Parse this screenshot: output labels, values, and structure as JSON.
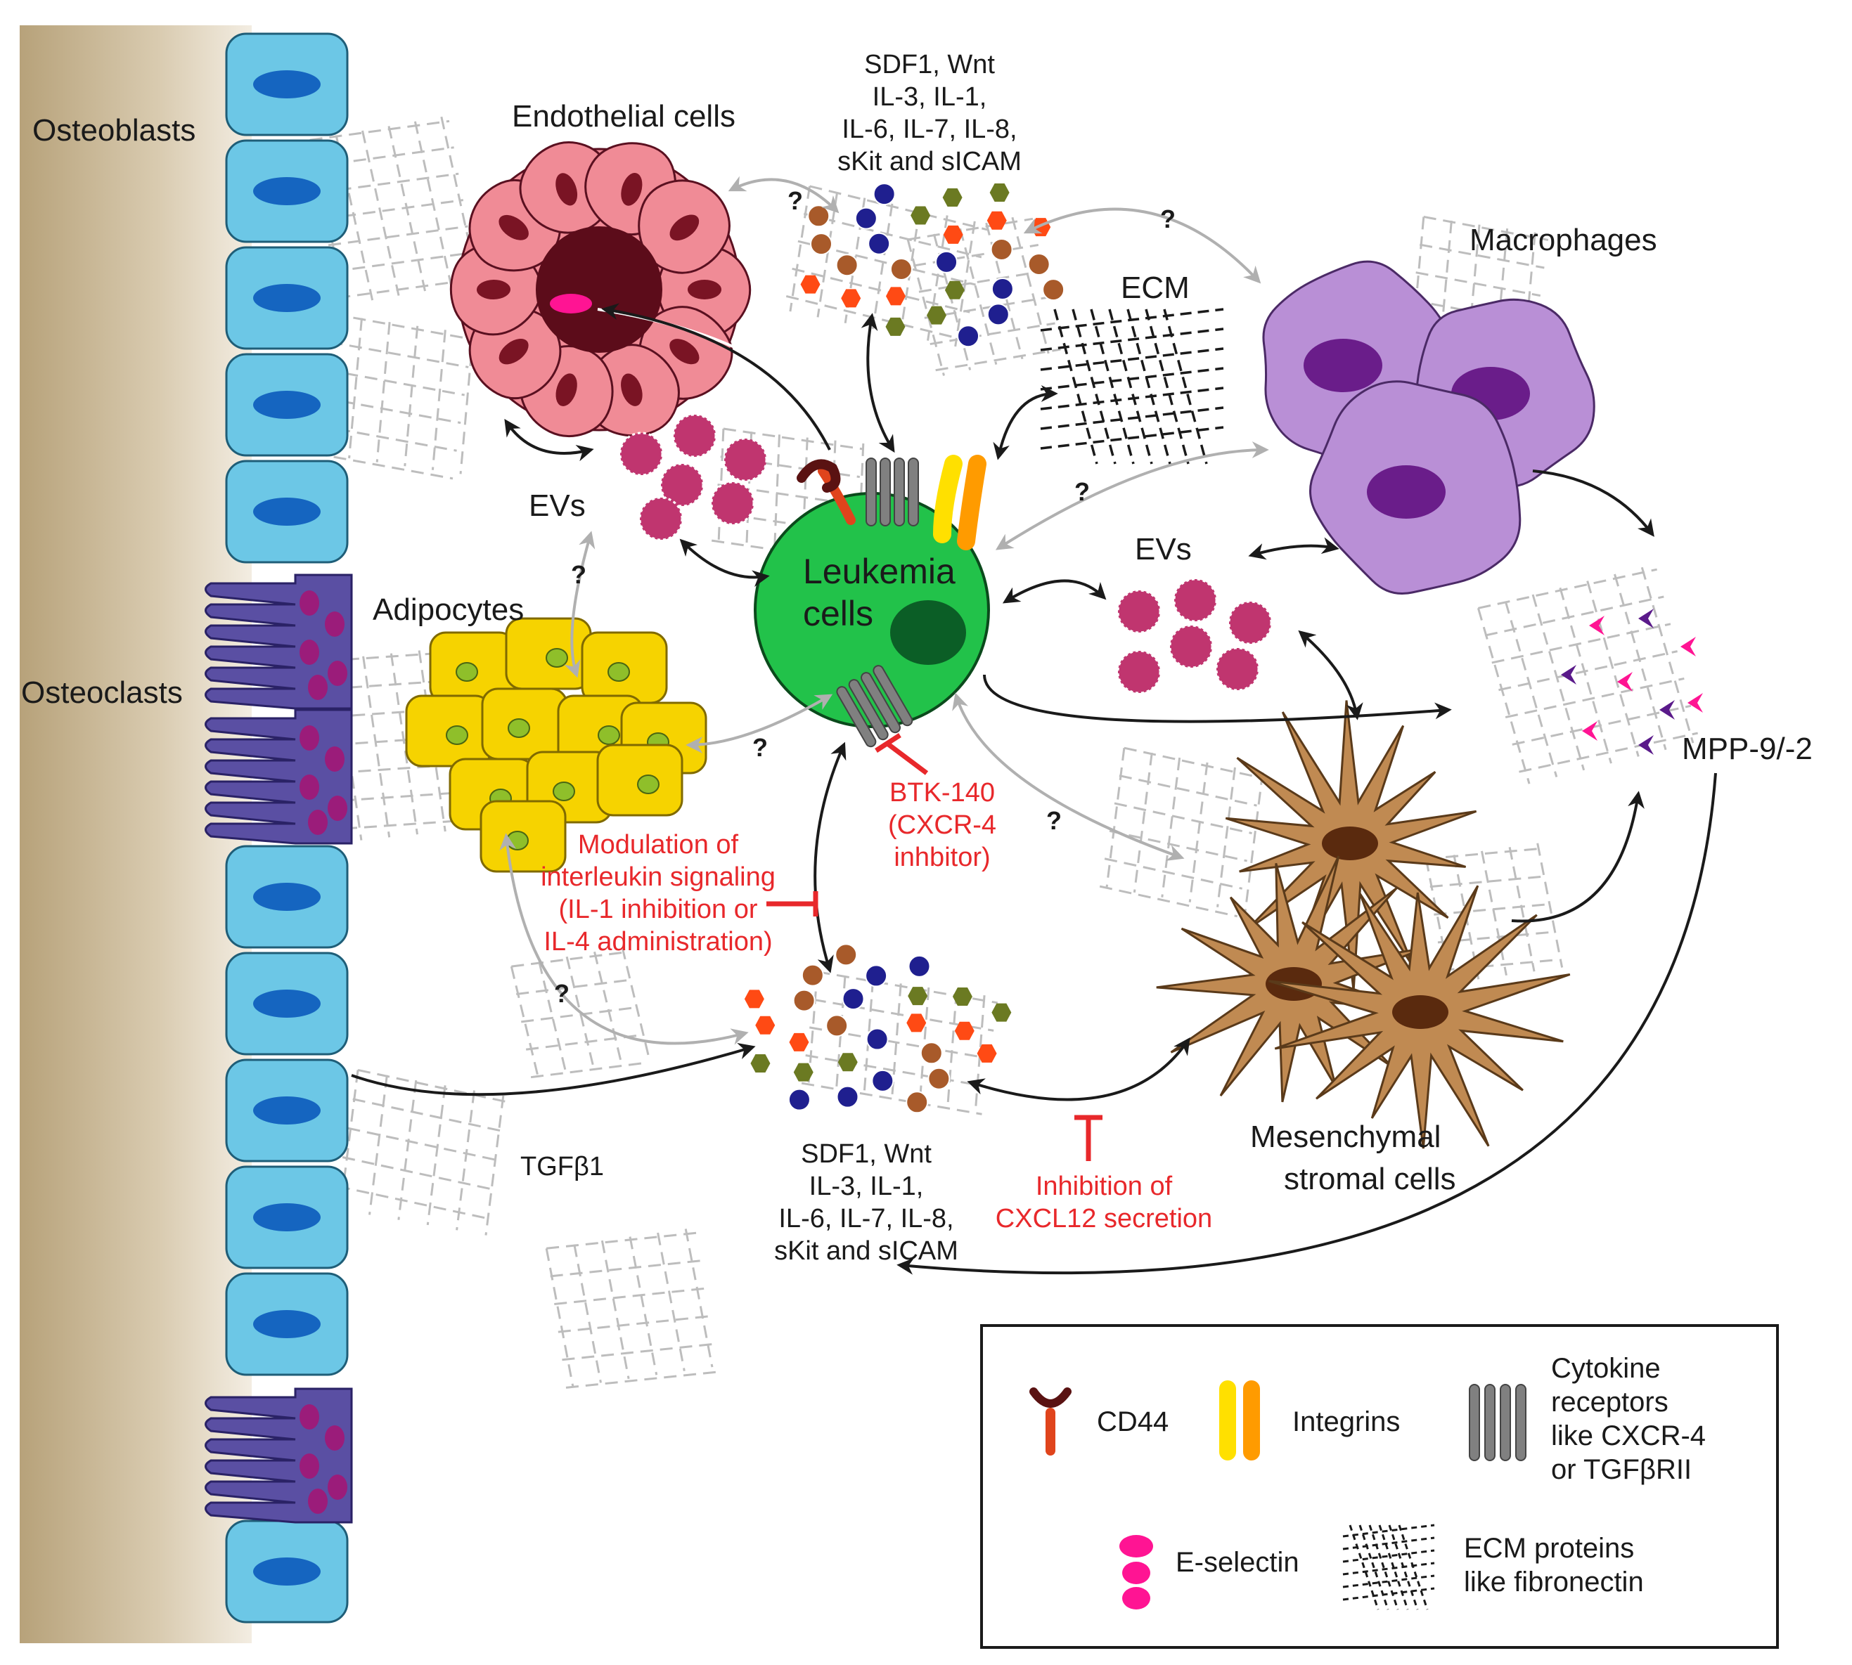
{
  "labels": {
    "osteoblasts": "Osteoblasts",
    "osteoclasts": "Osteoclasts",
    "endothelial": "Endothelial cells",
    "macrophages": "Macrophages",
    "ecm": "ECM",
    "evs_left": "EVs",
    "evs_right": "EVs",
    "adipocytes": "Adipocytes",
    "leukemia_1": "Leukemia",
    "leukemia_2": "cells",
    "msc_1": "Mesenchymal",
    "msc_2": "stromal cells",
    "mpp": "MPP-9/-2",
    "tgfb1": "TGFβ1",
    "question": "?"
  },
  "cytokines_top": [
    "SDF1, Wnt",
    "IL-3, IL-1,",
    "IL-6, IL-7, IL-8,",
    "sKit and sICAM"
  ],
  "cytokines_bottom": [
    "SDF1, Wnt",
    "IL-3, IL-1,",
    "IL-6, IL-7, IL-8,",
    "sKit and sICAM"
  ],
  "interventions": {
    "btk": [
      "BTK-140",
      "(CXCR-4",
      "inhbitor)"
    ],
    "interleukin": [
      "Modulation of",
      "interleukin signaling",
      "(IL-1 inhibition or",
      "IL-4 administration)"
    ],
    "cxcl12": [
      "Inhibition of",
      "CXCL12 secretion"
    ]
  },
  "legend": {
    "cd44": "CD44",
    "integrins": "Integrins",
    "cytokine_receptors": [
      "Cytokine",
      "receptors",
      "like CXCR-4",
      "or TGFβRII"
    ],
    "eselectin": "E-selectin",
    "ecm_proteins": [
      "ECM proteins",
      "like fibronectin"
    ]
  },
  "colors": {
    "bone": "#c9b896",
    "osteoblast": "#6cc7e6",
    "osteoblast_nucleus": "#1565c0",
    "osteoclast": "#5a4fa3",
    "osteoclast_nucleus": "#9b1c7a",
    "endothelial": "#f08b96",
    "endothelial_nucleus": "#7a1424",
    "macrophage": "#b98fd6",
    "macrophage_nucleus": "#6a1d8a",
    "leukemia": "#22c24a",
    "leukemia_nucleus": "#0b5e26",
    "adipocyte": "#f6d300",
    "adipocyte_nucleus": "#8fbf2a",
    "ev": "#c0356f",
    "msc": "#c08a52",
    "msc_nucleus": "#5a2a0e",
    "inhibition": "#e8282b",
    "grey_arrow": "#b0b0b0",
    "black_arrow": "#1a1a1a"
  }
}
